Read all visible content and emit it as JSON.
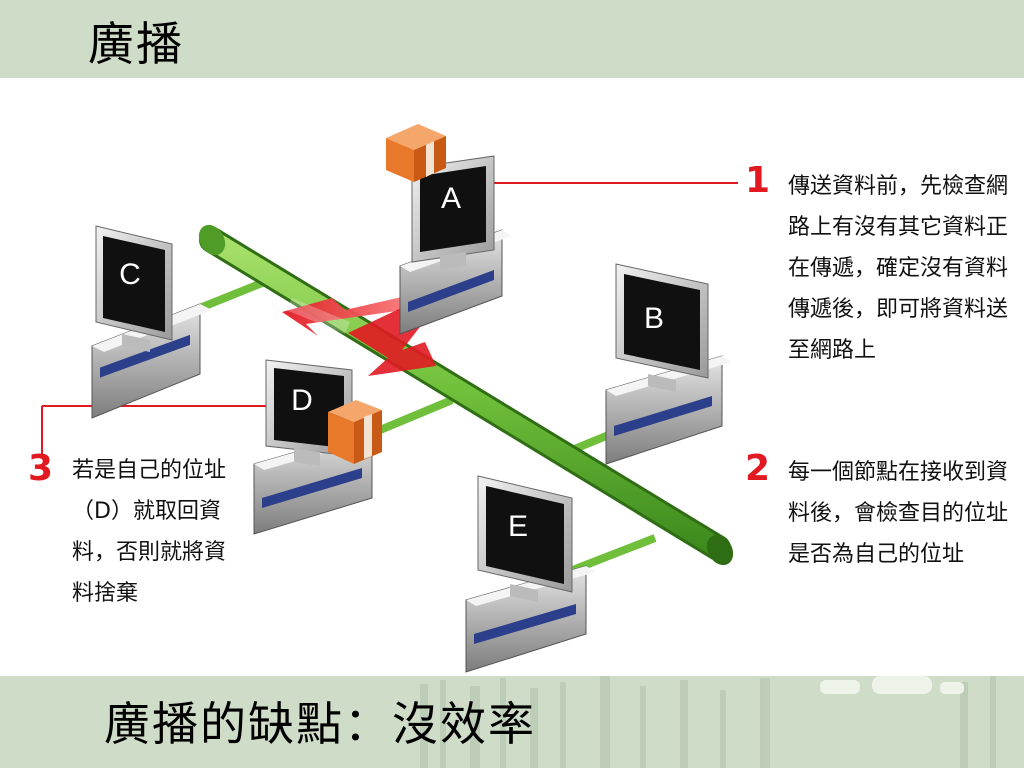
{
  "header": {
    "title": "廣播"
  },
  "footer": {
    "title": "廣播的缺點：沒效率"
  },
  "diagram": {
    "nodes": [
      {
        "id": "A",
        "label": "A"
      },
      {
        "id": "B",
        "label": "B"
      },
      {
        "id": "C",
        "label": "C"
      },
      {
        "id": "D",
        "label": "D"
      },
      {
        "id": "E",
        "label": "E"
      }
    ],
    "steps": [
      {
        "number": "1",
        "lines": [
          "傳送資料前，先檢查網",
          "路上有沒有其它資料正",
          "在傳遞，確定沒有資料",
          "傳遞後，即可將資料送",
          "至網路上"
        ]
      },
      {
        "number": "2",
        "lines": [
          "每一個節點在接收到資",
          "料後，會檢查目的位址",
          "是否為自己的位址"
        ]
      },
      {
        "number": "3",
        "lines": [
          "若是自己的位址",
          "（D）就取回資",
          "料，否則就將資",
          "料捨棄"
        ]
      }
    ],
    "colors": {
      "bus": "#6fbf3a",
      "callout": "#e11a22",
      "packet": "#e8792a",
      "band": "#cfdcc8"
    }
  }
}
